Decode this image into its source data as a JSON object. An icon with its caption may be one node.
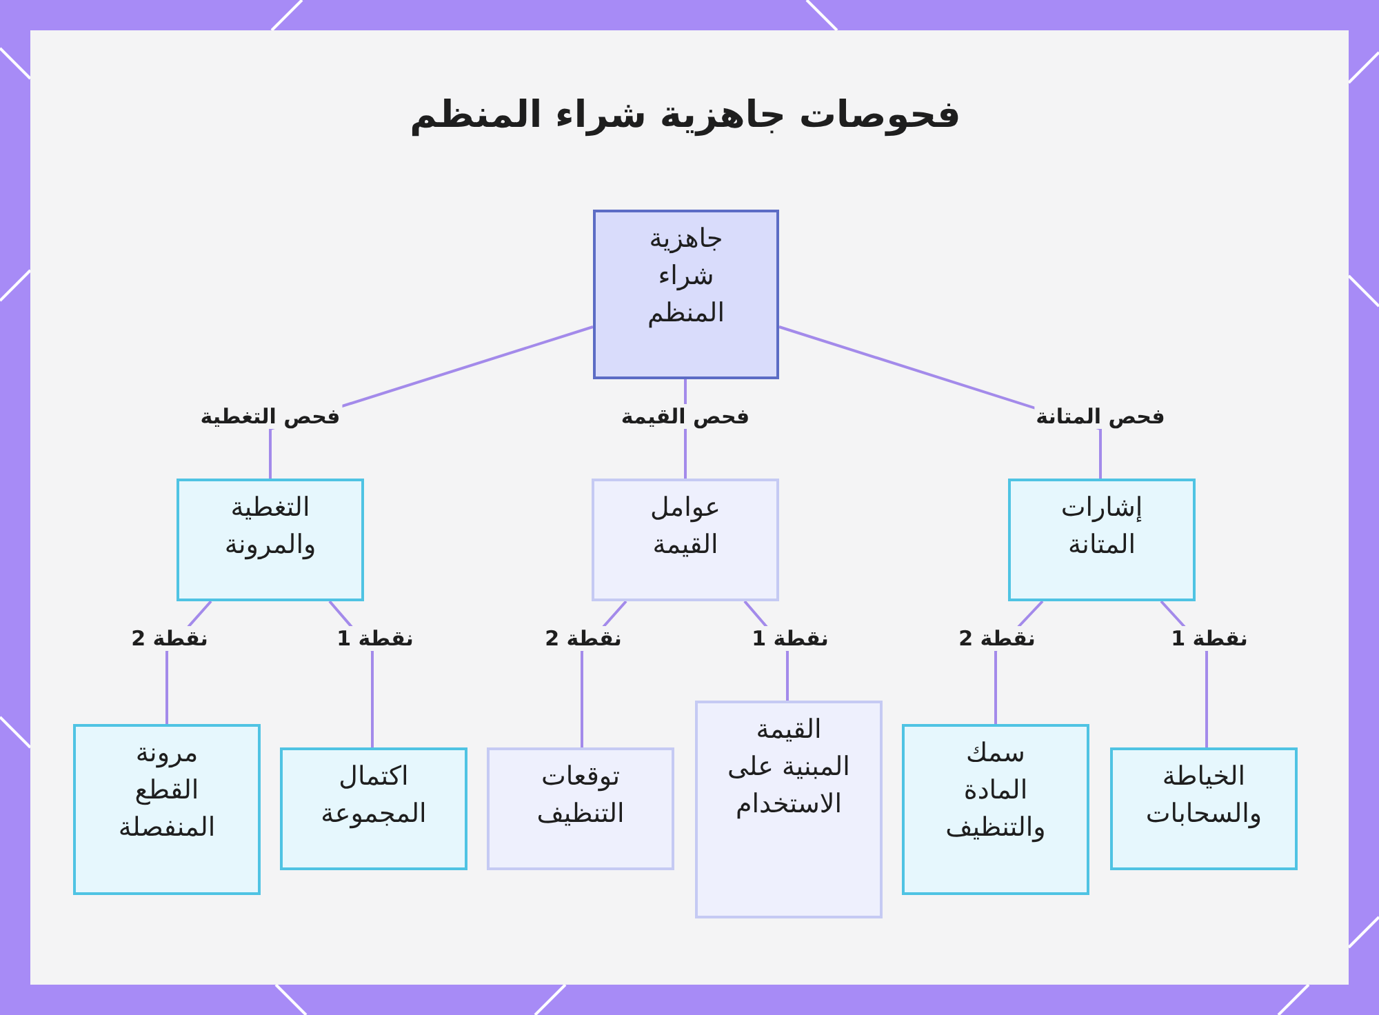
{
  "diagram": {
    "title": "فحوصات جاهزية شراء المنظم",
    "nodes": [
      {
        "text": [
          "جاهزية شراء المنظم"
        ]
      },
      {
        "text": [
          "إشارات المتانة"
        ]
      },
      {
        "text": [
          "عوامل القيمة"
        ]
      },
      {
        "text": [
          "التغطية والمرونة"
        ]
      },
      {
        "text": [
          "الخياطة والسحابات"
        ]
      },
      {
        "text": [
          "سمك المادة والتنظيف"
        ]
      },
      {
        "text": [
          "القيمة المبنية على الاستخدام"
        ]
      },
      {
        "text": [
          "توقعات التنظيف"
        ]
      },
      {
        "text": [
          "اكتمال المجموعة"
        ]
      },
      {
        "text": [
          "مرونة القطع المنفصلة"
        ]
      }
    ],
    "edges": [
      {
        "from": 0,
        "to": 1,
        "arrow": "none",
        "label": "فحص المتانة"
      },
      {
        "from": 0,
        "to": 2,
        "arrow": "none",
        "label": "فحص القيمة"
      },
      {
        "from": 0,
        "to": 3,
        "arrow": "none",
        "label": "فحص التغطية"
      },
      {
        "from": 1,
        "to": 4,
        "arrow": "none",
        "label": "نقطة 1"
      },
      {
        "from": 1,
        "to": 5,
        "arrow": "none",
        "label": "نقطة 2"
      },
      {
        "from": 2,
        "to": 6,
        "arrow": "none",
        "label": "نقطة 1"
      },
      {
        "from": 2,
        "to": 7,
        "arrow": "none",
        "label": "نقطة 2"
      },
      {
        "from": 3,
        "to": 8,
        "arrow": "none",
        "label": "نقطة 1"
      },
      {
        "from": 3,
        "to": 9,
        "arrow": "none",
        "label": "نقطة 2"
      }
    ]
  }
}
